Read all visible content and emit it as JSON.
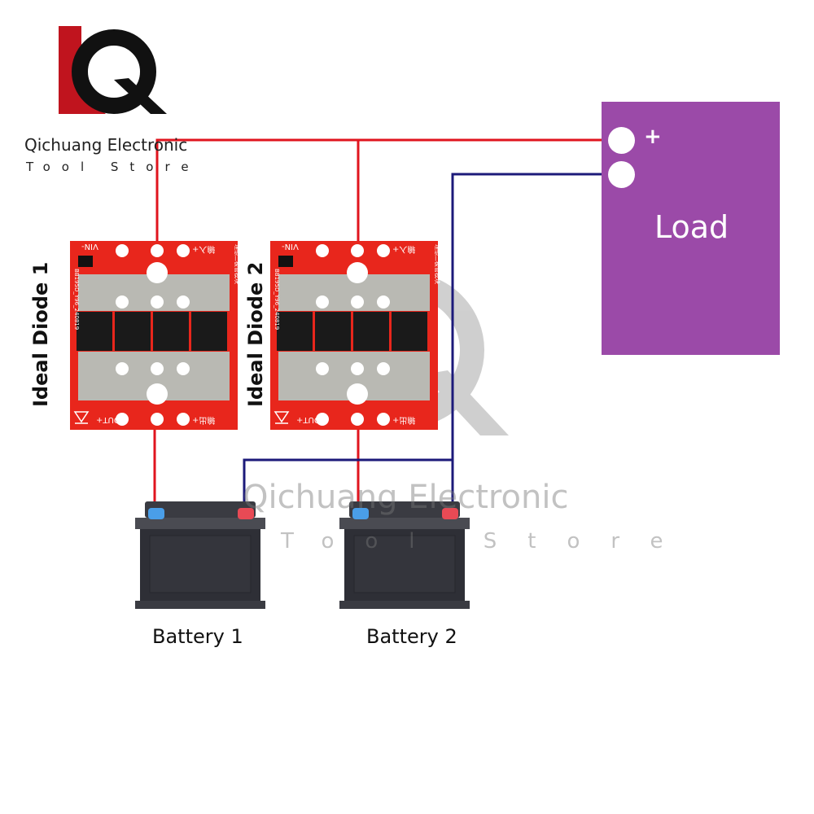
{
  "brand": {
    "name": "Qichuang Electronic",
    "tagline": "Tool Store",
    "logo_letters": "LQ",
    "watermark_name": "Qichuang Electronic",
    "watermark_tagline": "Tool Store"
  },
  "load": {
    "label": "Load",
    "plus": "+"
  },
  "diodes": [
    {
      "label": "Ideal Diode 1"
    },
    {
      "label": "Ideal Diode 2"
    }
  ],
  "board": {
    "vin": "VIN-",
    "in_plus": "输入+",
    "out": "OUT+",
    "out_plus": "输出+",
    "title": "理想二极管模块",
    "code": "BB195D_Y96_240819"
  },
  "batteries": [
    {
      "label": "Battery 1"
    },
    {
      "label": "Battery 2"
    }
  ],
  "colors": {
    "positive_wire": "#e0141e",
    "negative_wire": "#1c1a7a",
    "load": "#9b4aa8",
    "board": "#e8261c"
  }
}
